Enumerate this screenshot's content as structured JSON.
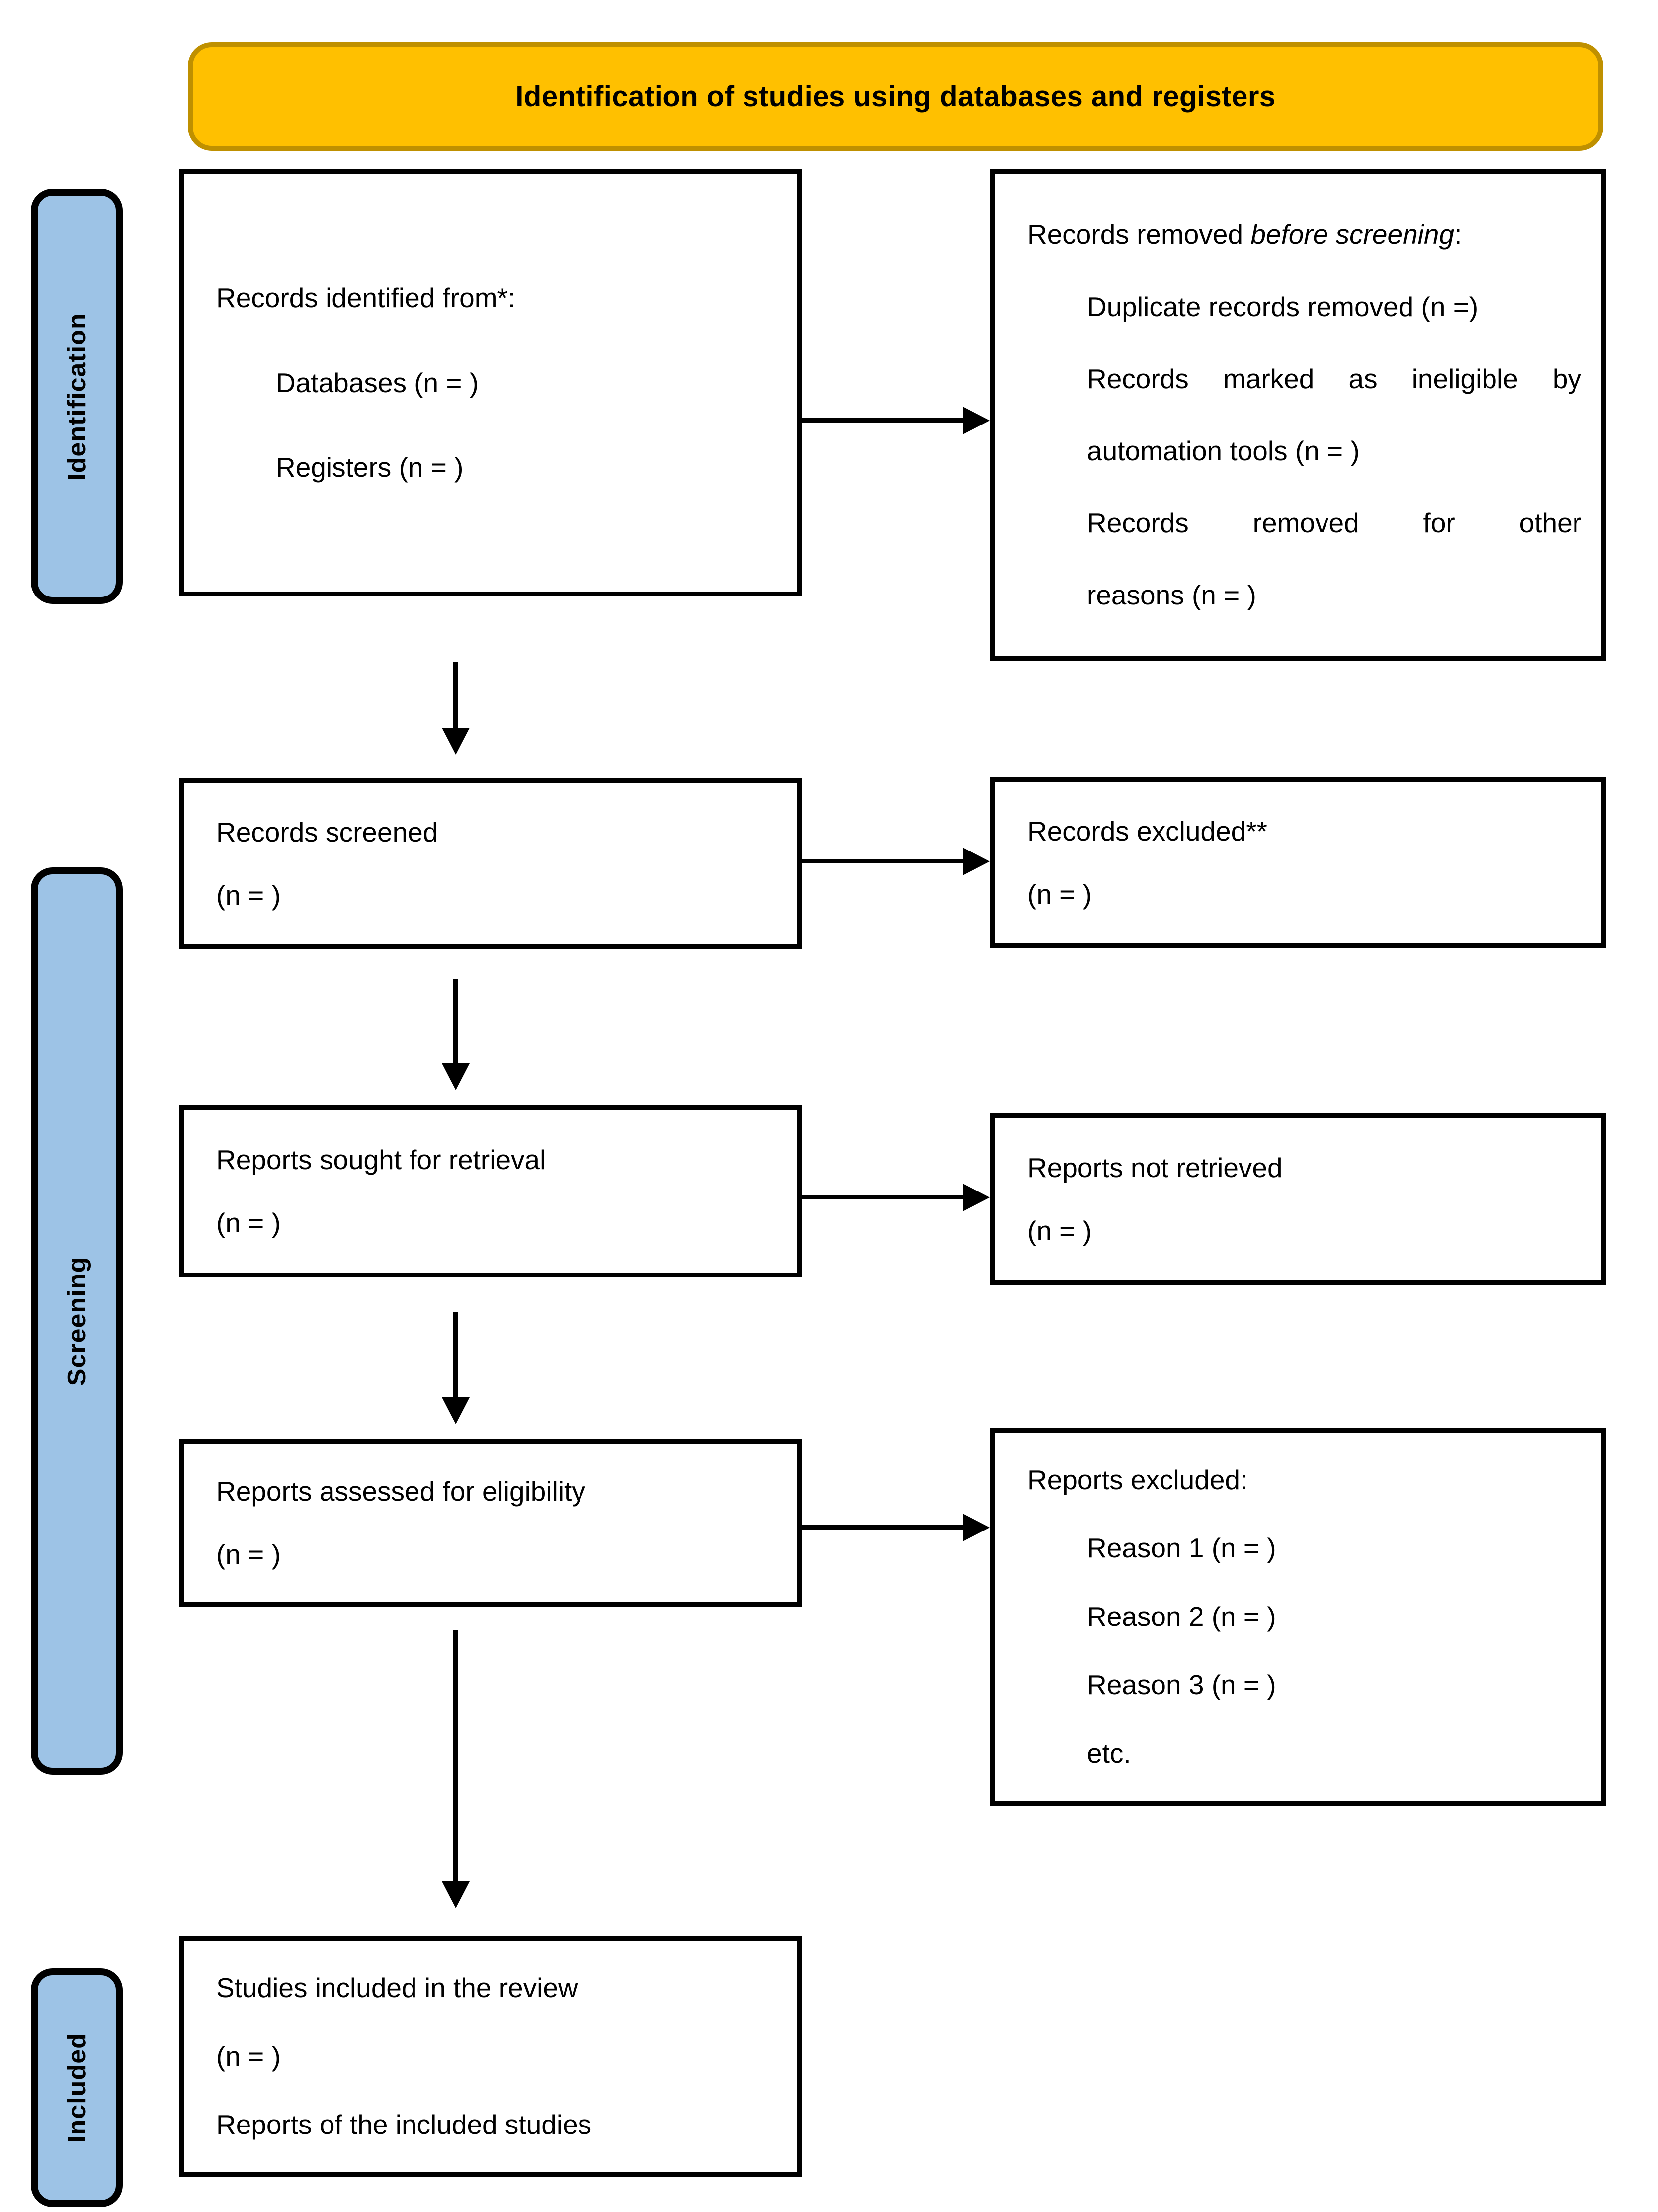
{
  "banner": {
    "title": "Identification of studies using databases and registers"
  },
  "colors": {
    "banner_fill": "#FFC000",
    "banner_border": "#BF9000",
    "stage_label_fill": "#9DC3E6",
    "box_border": "#000000",
    "text": "#000000"
  },
  "stages": [
    {
      "label": "Identification"
    },
    {
      "label": "Screening"
    },
    {
      "label": "Included"
    }
  ],
  "boxes": {
    "identified": {
      "line1": "Records identified from*:",
      "items": [
        "Databases (n = )",
        "Registers (n = )"
      ]
    },
    "removed": {
      "prefix": "Records removed ",
      "italic_text": "before screening",
      "colon": ":",
      "lines": [
        "Duplicate records removed (n =)",
        "Records marked as ineligible by",
        "automation tools (n = )",
        "Records removed for other",
        "reasons (n = )"
      ]
    },
    "screened": {
      "line1": "Records screened",
      "line2": "(n = )"
    },
    "excluded": {
      "line1": "Records excluded**",
      "line2": "(n = )"
    },
    "sought": {
      "line1": "Reports sought for retrieval",
      "line2": "(n = )"
    },
    "not_retrieved": {
      "line1": "Reports not retrieved",
      "line2": "(n = )"
    },
    "assessed": {
      "line1": "Reports assessed for eligibility",
      "line2": "(n = )"
    },
    "reports_excluded": {
      "line1": "Reports excluded:",
      "items": [
        "Reason 1 (n = )",
        "Reason 2 (n = )",
        "Reason 3 (n = )",
        "etc."
      ]
    },
    "included": {
      "line1": "Studies included in the review",
      "line2": "(n = )",
      "line3": "Reports of the included studies"
    }
  }
}
